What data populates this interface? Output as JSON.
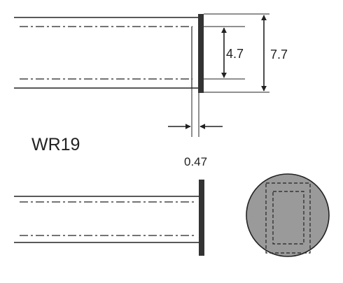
{
  "labels": {
    "waveguide": "WR19",
    "inner_height": "4.7",
    "outer_height": "7.7",
    "plate_thickness": "0.47"
  },
  "colors": {
    "ink": "#222222",
    "flange": "#333333",
    "disc_fill": "#9a9a9a",
    "background": "#ffffff"
  }
}
